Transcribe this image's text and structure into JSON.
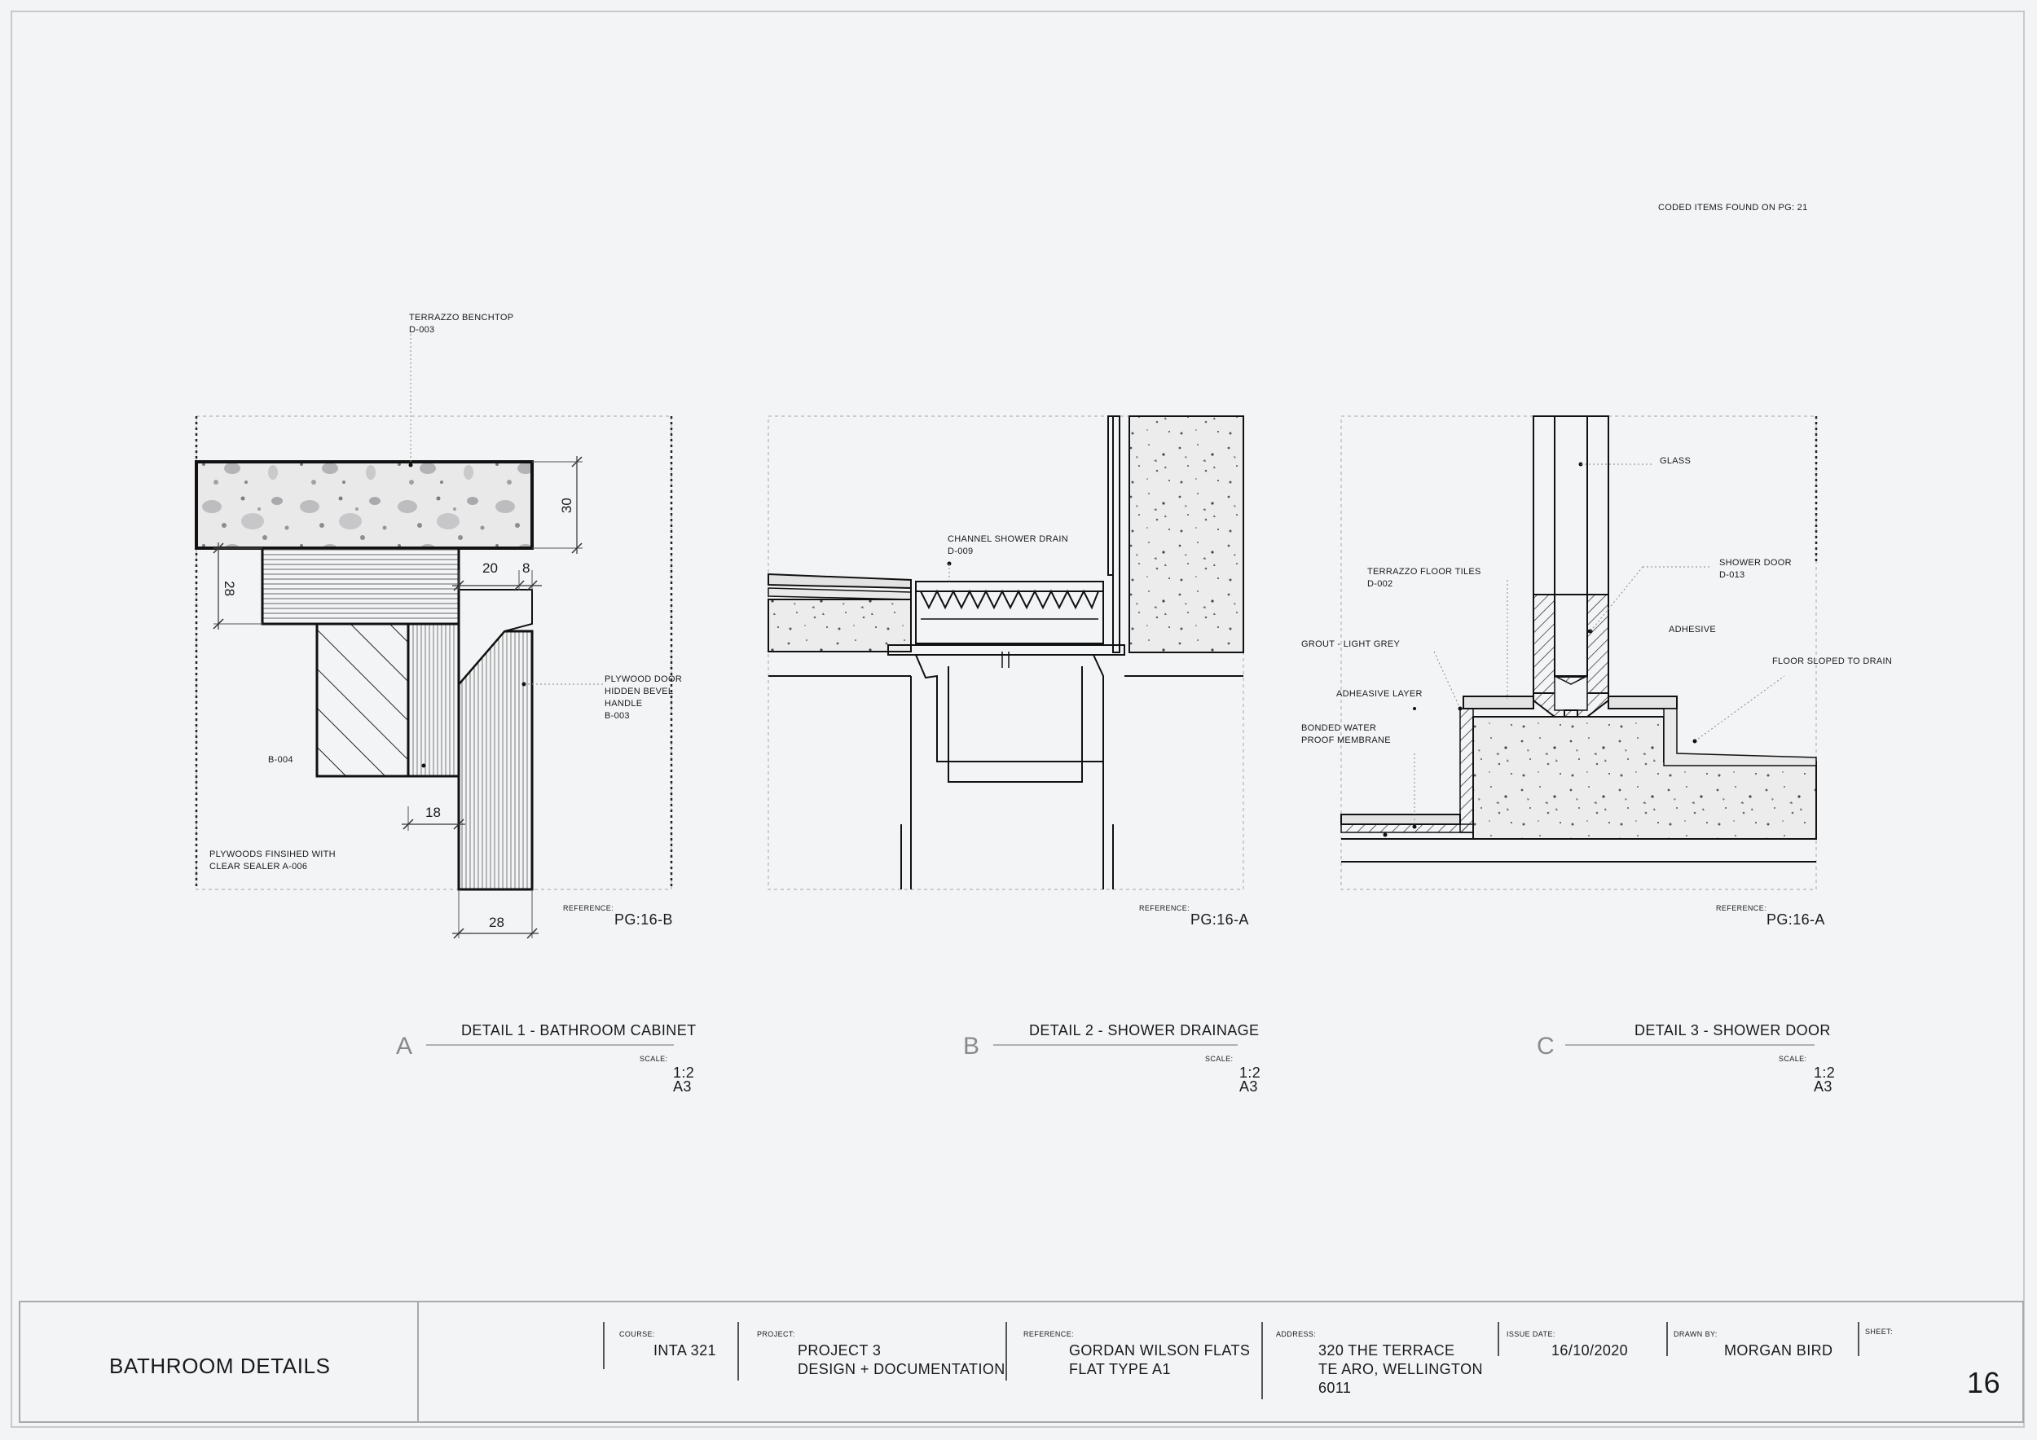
{
  "sheet": {
    "coded_items_note": "CODED ITEMS FOUND ON PG: 21"
  },
  "detail1": {
    "letter": "A",
    "title": "DETAIL 1 - BATHROOM CABINET",
    "scale_label": "SCALE:",
    "scale_value": "1:2",
    "paper_size": "A3",
    "reference_label": "REFERENCE:",
    "reference_value": "PG:16-B",
    "labels": {
      "benchtop_line1": "TERRAZZO BENCHTOP",
      "benchtop_line2": "D-003",
      "door_line1": "PLYWOOD DOOR",
      "door_line2": "HIDDEN BEVEL",
      "door_line3": "HANDLE",
      "door_line4": "B-003",
      "b004": "B-004",
      "plywoods_line1": "PLYWOODS FINSIHED WITH",
      "plywoods_line2": "CLEAR SEALER A-006"
    },
    "dimensions": {
      "d30": "30",
      "d28_left": "28",
      "d20": "20",
      "d8": "8",
      "d18": "18",
      "d28_bottom": "28"
    }
  },
  "detail2": {
    "letter": "B",
    "title": "DETAIL 2 - SHOWER DRAINAGE",
    "scale_label": "SCALE:",
    "scale_value": "1:2",
    "paper_size": "A3",
    "reference_label": "REFERENCE:",
    "reference_value": "PG:16-A",
    "labels": {
      "drain_line1": "CHANNEL SHOWER DRAIN",
      "drain_line2": "D-009"
    }
  },
  "detail3": {
    "letter": "C",
    "title": "DETAIL 3 - SHOWER DOOR",
    "scale_label": "SCALE:",
    "scale_value": "1:2",
    "paper_size": "A3",
    "reference_label": "REFERENCE:",
    "reference_value": "PG:16-A",
    "labels": {
      "glass": "GLASS",
      "door_line1": "SHOWER DOOR",
      "door_line2": "D-013",
      "tiles_line1": "TERRAZZO FLOOR TILES",
      "tiles_line2": "D-002",
      "adhesive": "ADHESIVE",
      "grout": "GROUT - LIGHT GREY",
      "floor_sloped": "FLOOR SLOPED TO DRAIN",
      "adhesive_layer": "ADHEASIVE LAYER",
      "membrane_line1": "BONDED WATER",
      "membrane_line2": "PROOF MEMBRANE"
    }
  },
  "title_block": {
    "sheet_title": "BATHROOM DETAILS",
    "course_label": "COURSE:",
    "course_value": "INTA 321",
    "project_label": "PROJECT:",
    "project_line1": "PROJECT 3",
    "project_line2": "DESIGN + DOCUMENTATION",
    "reference_label": "REFERENCE:",
    "reference_line1": "GORDAN WILSON FLATS",
    "reference_line2": "FLAT TYPE A1",
    "address_label": "ADDRESS:",
    "address_line1": "320 THE TERRACE",
    "address_line2": "TE ARO, WELLINGTON",
    "address_line3": "6011",
    "issue_label": "ISSUE DATE:",
    "issue_value": "16/10/2020",
    "drawn_label": "DRAWN BY:",
    "drawn_value": "MORGAN BIRD",
    "sheet_label": "SHEET:",
    "sheet_number": "16"
  }
}
